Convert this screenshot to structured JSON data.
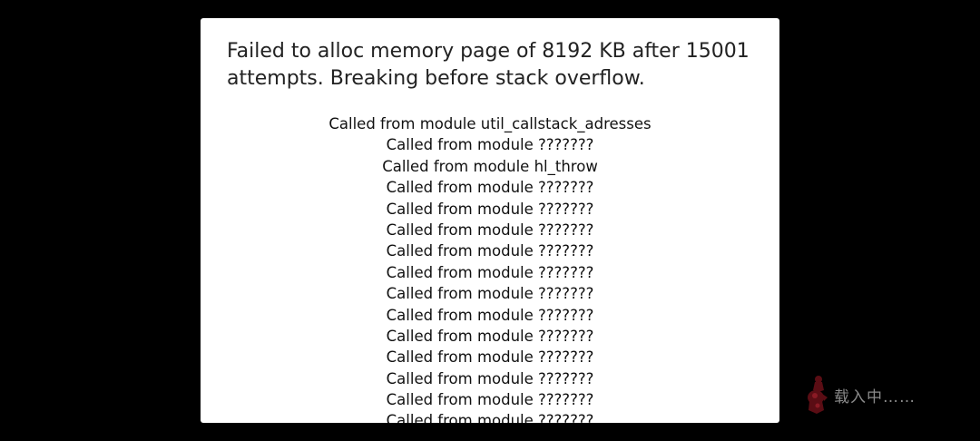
{
  "dialog": {
    "message": "Failed to alloc memory page of 8192 KB after 15001 attempts. Breaking before stack overflow.",
    "callstack": [
      "Called from module util_callstack_adresses",
      "Called from module ???????",
      "Called from module hl_throw",
      "Called from module ???????",
      "Called from module ???????",
      "Called from module ???????",
      "Called from module ???????",
      "Called from module ???????",
      "Called from module ???????",
      "Called from module ???????",
      "Called from module ???????",
      "Called from module ???????",
      "Called from module ???????",
      "Called from module ???????",
      "Called from module ???????"
    ]
  },
  "loading": {
    "icon": "loading-mascot-icon",
    "text": "载入中……",
    "icon_color": "#5a0d14"
  }
}
